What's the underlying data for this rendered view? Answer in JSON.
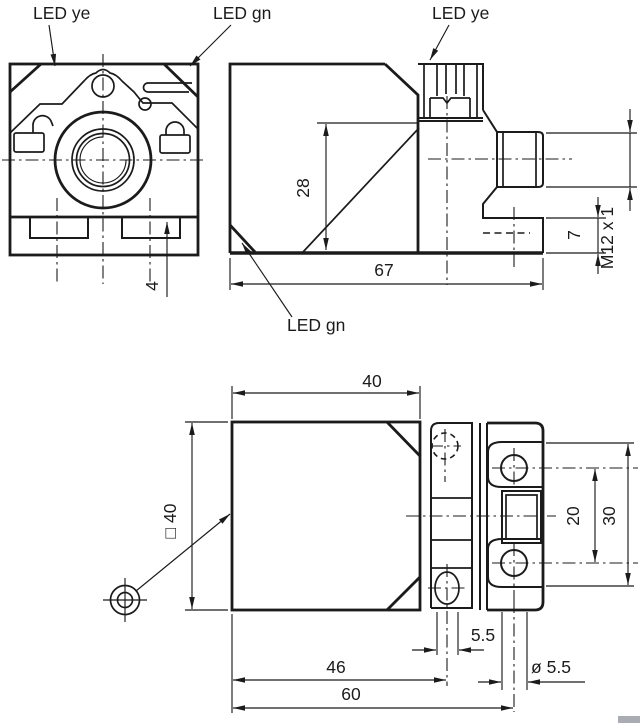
{
  "page": {
    "background": "#ffffff",
    "line_color": "#1b1b1b",
    "description": "Technical dimensional drawing of an inductive proximity sensor (3 orthographic views)"
  },
  "views": {
    "front": {
      "led_ye": "LED ye",
      "led_gn": "LED gn",
      "dim_4": "4"
    },
    "side": {
      "led_ye": "LED ye",
      "led_gn": "LED gn",
      "dim_28": "28",
      "dim_67": "67",
      "dim_7": "7",
      "dim_m12": "M12 x 1"
    },
    "top": {
      "dim_40": "40",
      "dim_sq40": "□ 40",
      "dim_20": "20",
      "dim_30": "30",
      "dim_55": "5.5",
      "dim_46": "46",
      "dim_dia55": "ø 5.5",
      "dim_60": "60"
    }
  }
}
